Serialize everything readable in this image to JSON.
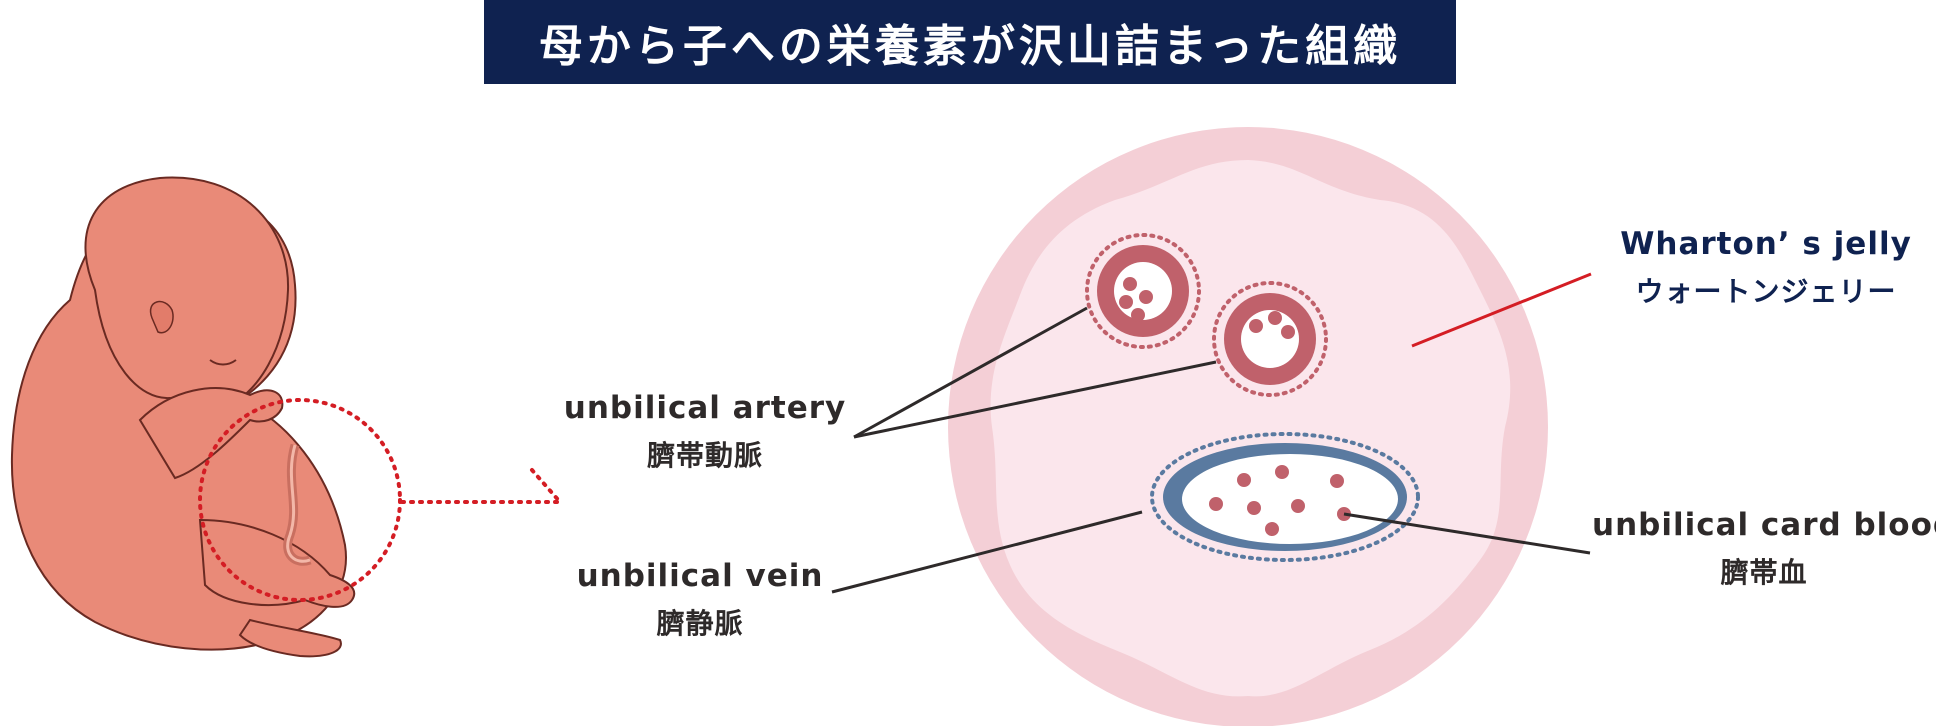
{
  "banner": {
    "title": "母から子への栄養素が沢山詰まった組織"
  },
  "labels": {
    "artery": {
      "en": "unbilical artery",
      "ja": "臍帯動脈"
    },
    "vein": {
      "en": "unbilical vein",
      "ja": "臍静脈"
    },
    "jelly": {
      "en": "Wharton’ s jelly",
      "ja": "ウォートンジェリー"
    },
    "blood": {
      "en": "unbilical card blood",
      "ja": "臍帯血"
    }
  },
  "colors": {
    "banner_bg": "#0f2250",
    "fetus_skin": "#e98a78",
    "outer_circle": "#f4cfd6",
    "inner_tissue": "#fbe6ec",
    "artery": "#c0616b",
    "vein_ring": "#5a7aa0",
    "pointer_red": "#d41d24",
    "leader_dark": "#2e2a2a"
  },
  "icons": [
    "fetus-illustration",
    "dotted-arrow",
    "cross-section-diagram"
  ]
}
